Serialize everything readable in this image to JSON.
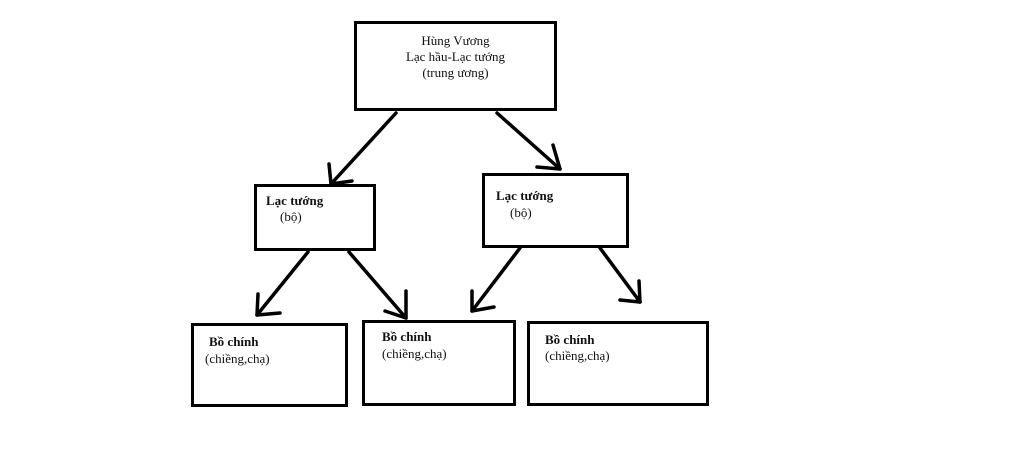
{
  "diagram": {
    "root": {
      "line1": "Hùng Vương",
      "line2": "Lạc hầu-Lạc tướng",
      "line3": "(trung ương)"
    },
    "left_mid": {
      "title": "Lạc tướng",
      "sub": "(bộ)"
    },
    "right_mid": {
      "title": "Lạc tướng",
      "sub": "(bộ)"
    },
    "leaf1": {
      "title": "Bồ chính",
      "sub": "(chiềng,chạ)"
    },
    "leaf2": {
      "title": "Bồ chính",
      "sub": "(chiềng,chạ)"
    },
    "leaf3": {
      "title": "Bồ chính",
      "sub": "(chiềng,chạ)"
    }
  }
}
